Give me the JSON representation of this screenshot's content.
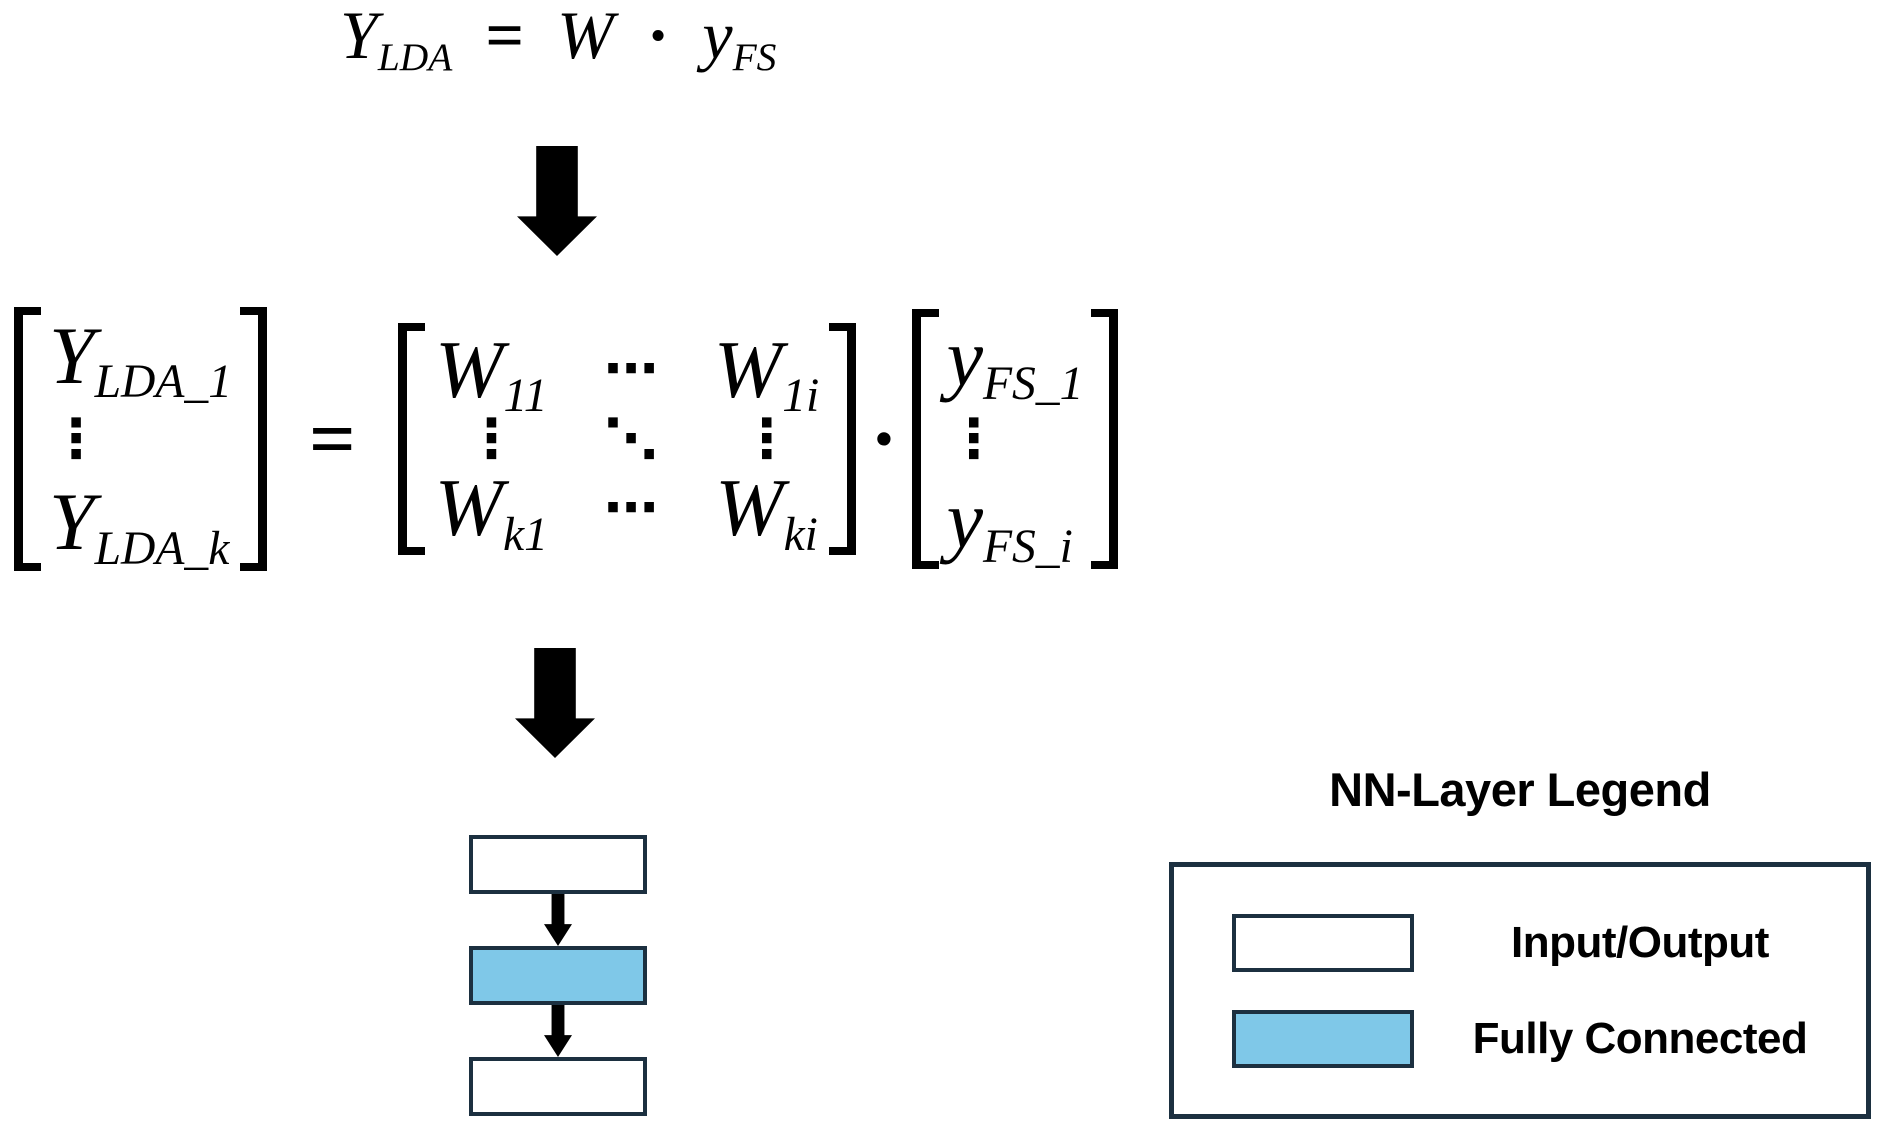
{
  "colors": {
    "ink": "#000000",
    "border_navy": "#1c3040",
    "layer_blue": "#7fc8e8",
    "background": "#ffffff"
  },
  "equation_top": {
    "lhs_base": "Y",
    "lhs_sub": "LDA",
    "equals": "=",
    "weight": "W",
    "dot": "·",
    "rhs_base": "y",
    "rhs_sub": "FS"
  },
  "matrix_equation": {
    "lhs_vector": {
      "r1_base": "Y",
      "r1_sub": "LDA_1",
      "vdots": "⋮",
      "r3_base": "Y",
      "r3_sub": "LDA_k"
    },
    "equals": "=",
    "weight_matrix": {
      "r1c1_base": "W",
      "r1c1_sub": "11",
      "r1c2": "⋯",
      "r1c3_base": "W",
      "r1c3_sub": "1i",
      "r2c1": "⋮",
      "r2c2": "⋱",
      "r2c3": "⋮",
      "r3c1_base": "W",
      "r3c1_sub": "k1",
      "r3c2": "⋯",
      "r3c3_base": "W",
      "r3c3_sub": "ki"
    },
    "dot": "·",
    "rhs_vector": {
      "r1_base": "y",
      "r1_sub": "FS_1",
      "vdots": "⋮",
      "r3_base": "y",
      "r3_sub": "FS_i"
    }
  },
  "nn_diagram": {
    "layers": [
      {
        "type": "input-output"
      },
      {
        "type": "fully-connected"
      },
      {
        "type": "input-output"
      }
    ]
  },
  "legend": {
    "title": "NN-Layer Legend",
    "items": [
      {
        "label": "Input/Output",
        "swatch": "white"
      },
      {
        "label": "Fully Connected",
        "swatch": "blue"
      }
    ]
  }
}
